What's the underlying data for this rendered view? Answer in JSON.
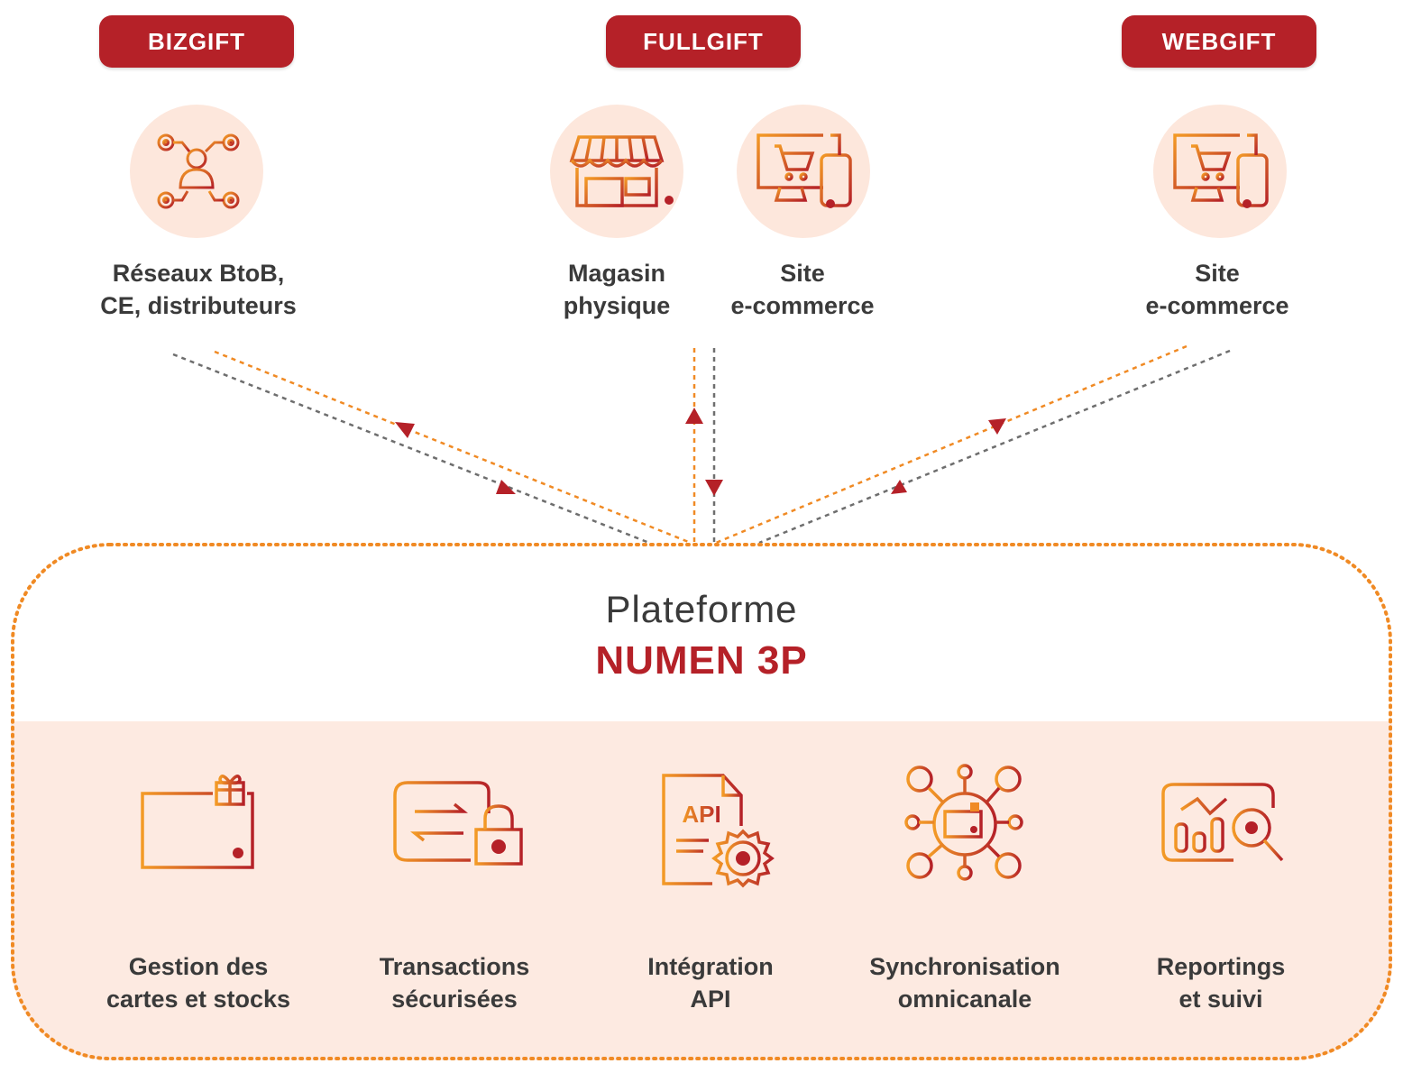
{
  "colors": {
    "brand_red": "#b52128",
    "orange": "#f08a24",
    "soft_peach": "#fde7dc",
    "dashed_grey": "#6e6e6e"
  },
  "products": [
    {
      "name": "BIZGIFT",
      "channels": [
        {
          "icon": "network-user-icon",
          "line1": "Réseaux BtoB,",
          "line2": "CE, distributeurs"
        }
      ]
    },
    {
      "name": "FULLGIFT",
      "channels": [
        {
          "icon": "storefront-icon",
          "line1": "Magasin",
          "line2": "physique"
        },
        {
          "icon": "ecommerce-devices-icon",
          "line1": "Site",
          "line2": "e-commerce"
        }
      ]
    },
    {
      "name": "WEBGIFT",
      "channels": [
        {
          "icon": "ecommerce-devices-icon",
          "line1": "Site",
          "line2": "e-commerce"
        }
      ]
    }
  ],
  "platform": {
    "title": "Plateforme",
    "name": "NUMEN 3P"
  },
  "features": [
    {
      "icon": "gift-card-icon",
      "line1": "Gestion des",
      "line2": "cartes et stocks"
    },
    {
      "icon": "secure-transfer-icon",
      "line1": "Transactions",
      "line2": "sécurisées"
    },
    {
      "icon": "api-gear-icon",
      "line1": "Intégration",
      "line2": "API",
      "icon_text": "API"
    },
    {
      "icon": "omnichannel-hub-icon",
      "line1": "Synchronisation",
      "line2": "omnicanale"
    },
    {
      "icon": "reporting-chart-icon",
      "line1": "Reportings",
      "line2": "et suivi"
    }
  ]
}
